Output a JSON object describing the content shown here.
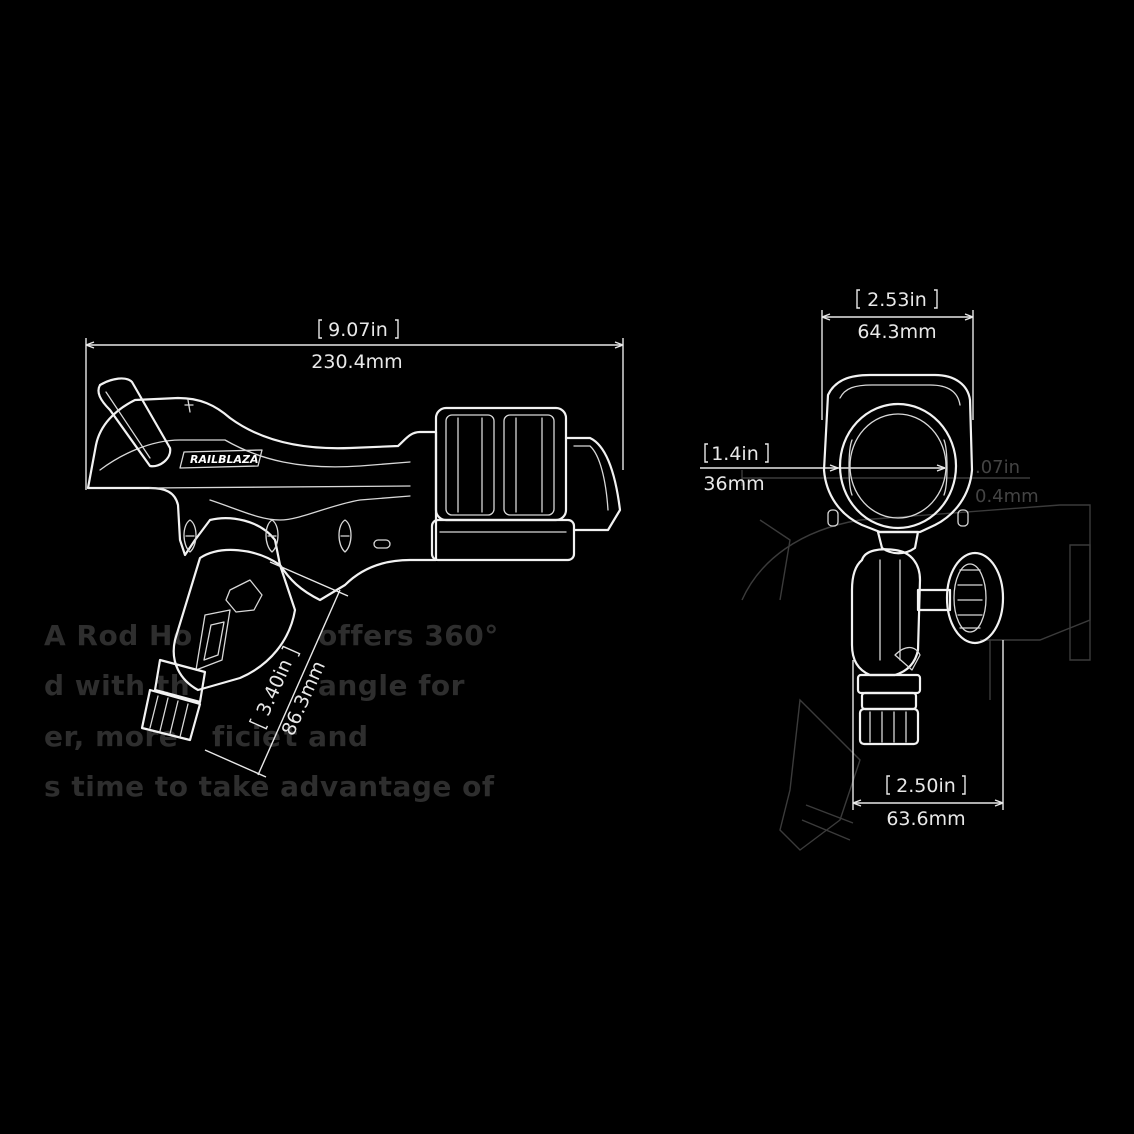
{
  "dimensions": {
    "overall_length": {
      "inches": "9.07in",
      "mm": "230.4mm"
    },
    "mount_height": {
      "inches": "3.40in",
      "mm": "86.3mm"
    },
    "top_width": {
      "inches": "2.53in",
      "mm": "64.3mm"
    },
    "tube_diameter": {
      "inches": "1.4in",
      "mm": "36mm"
    },
    "base_width": {
      "inches": "2.50in",
      "mm": "63.6mm"
    }
  },
  "background_text": {
    "line1": "A Rod Ho",
    "line1b": "offers 360°",
    "line2": "d with th",
    "line2b": "angle for",
    "line3": "er, more",
    "line3b": "ficie",
    "line3c": "t and",
    "line4": "s time to take advantage of"
  },
  "ghost_dims": {
    "in": ".07in",
    "mm": "0.4mm"
  },
  "logo": "RAILBLAZA",
  "colors": {
    "background": "#000000",
    "line": "#f2f2f2",
    "ghost": "#3b3b3b"
  }
}
